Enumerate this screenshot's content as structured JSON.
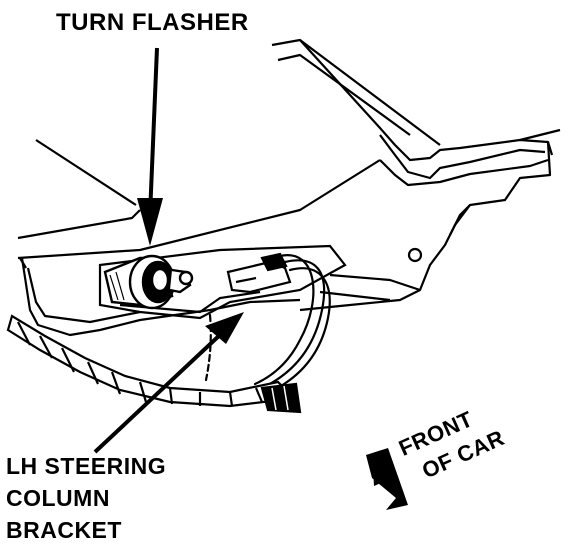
{
  "labels": {
    "turn_flasher": "TURN FLASHER",
    "lh_steering_line1": "LH STEERING",
    "lh_steering_line2": "COLUMN",
    "lh_steering_line3": "BRACKET",
    "front_line1": "FRONT",
    "front_line2": "OF CAR"
  },
  "colors": {
    "ink": "#000000",
    "paper": "#ffffff"
  }
}
